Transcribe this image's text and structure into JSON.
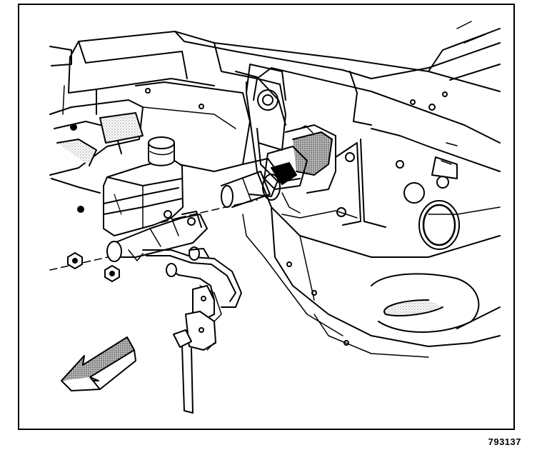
{
  "figure": {
    "id_label": "793137"
  },
  "colors": {
    "ink": "#000000",
    "paper": "#ffffff",
    "stipple": "#6e6e6e"
  },
  "components": [
    "brake-master-cylinder",
    "fluid-reservoir",
    "reservoir-cap",
    "brake-booster",
    "brake-lines",
    "mounting-nuts",
    "bulkhead-panel",
    "direction-arrow-icon"
  ]
}
